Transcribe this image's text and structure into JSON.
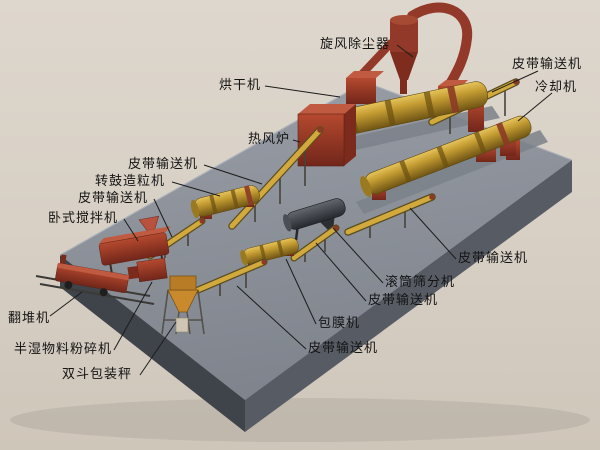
{
  "labels": [
    {
      "id": "cyclone-dust-collector",
      "text": "旋风除尘器"
    },
    {
      "id": "dryer",
      "text": "烘干机"
    },
    {
      "id": "belt-conveyor-top-right",
      "text": "皮带输送机"
    },
    {
      "id": "cooler",
      "text": "冷却机"
    },
    {
      "id": "hot-air-furnace",
      "text": "热风炉"
    },
    {
      "id": "belt-conveyor-upper-left",
      "text": "皮带输送机"
    },
    {
      "id": "drum-granulator",
      "text": "转鼓造粒机"
    },
    {
      "id": "belt-conveyor-left",
      "text": "皮带输送机"
    },
    {
      "id": "horizontal-mixer",
      "text": "卧式搅拌机"
    },
    {
      "id": "compost-turner",
      "text": "翻堆机"
    },
    {
      "id": "semi-wet-material-crusher",
      "text": "半湿物料粉碎机"
    },
    {
      "id": "double-hopper-packing-scale",
      "text": "双斗包装秤"
    },
    {
      "id": "belt-conveyor-bottom",
      "text": "皮带输送机"
    },
    {
      "id": "coating-machine",
      "text": "包膜机"
    },
    {
      "id": "belt-conveyor-middle",
      "text": "皮带输送机"
    },
    {
      "id": "drum-screener",
      "text": "滚筒筛分机"
    },
    {
      "id": "belt-conveyor-right",
      "text": "皮带输送机"
    }
  ],
  "colors": {
    "background": "#d7cfc4",
    "platform_top": "#8f949d",
    "platform_front": "#3f434a",
    "platform_side": "#575c64",
    "drum_yellow": "#c59d33",
    "machine_red": "#9c3a28",
    "cyclone_red": "#93392a",
    "conveyor_belt": "#d2a93c",
    "screener_gray": "#3a3d42",
    "label_text": "#141414",
    "leader_line": "#1c1c1c"
  }
}
